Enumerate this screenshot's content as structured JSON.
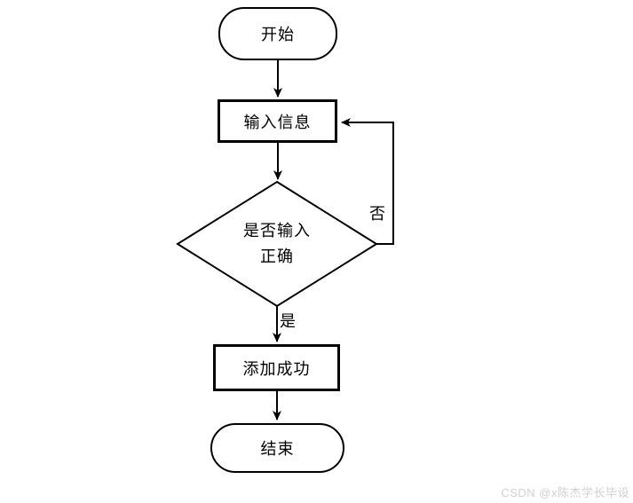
{
  "diagram": {
    "type": "flowchart",
    "nodes": {
      "start": {
        "shape": "terminator",
        "label": "开始"
      },
      "input": {
        "shape": "process",
        "label": "输入信息"
      },
      "decision": {
        "shape": "diamond",
        "label_line1": "是否输入",
        "label_line2": "正确"
      },
      "success": {
        "shape": "process",
        "label": "添加成功"
      },
      "end": {
        "shape": "terminator",
        "label": "结束"
      }
    },
    "edges": [
      {
        "from": "start",
        "to": "input",
        "label": ""
      },
      {
        "from": "input",
        "to": "decision",
        "label": ""
      },
      {
        "from": "decision",
        "to": "input",
        "label": "否"
      },
      {
        "from": "decision",
        "to": "success",
        "label": "是"
      },
      {
        "from": "success",
        "to": "end",
        "label": ""
      }
    ]
  },
  "watermark": {
    "text": "CSDN @x陈杰学长毕设"
  },
  "colors": {
    "stroke": "#000000",
    "background": "#ffffff",
    "watermark": "#d0d0d0"
  }
}
